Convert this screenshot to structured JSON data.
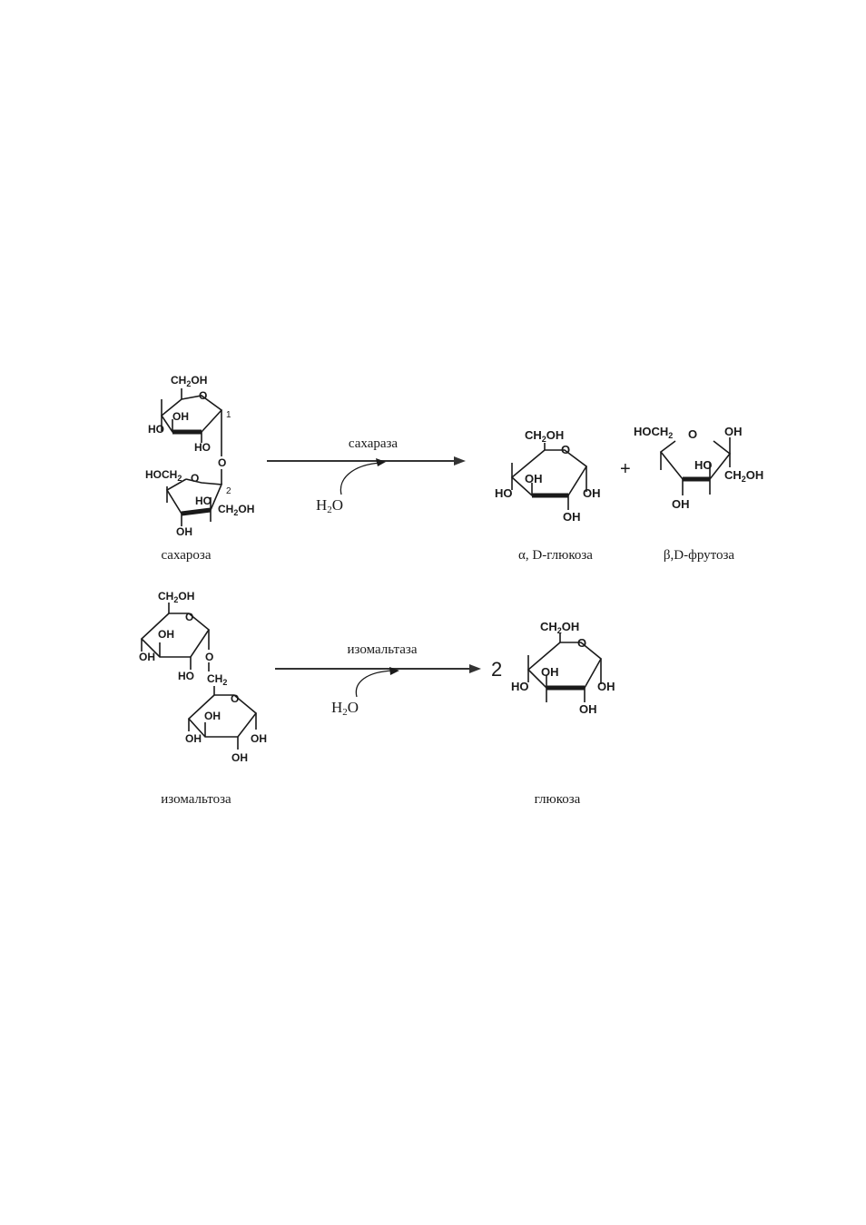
{
  "reaction1": {
    "enzyme": "сахараза",
    "water": {
      "main": "H",
      "sub": "2",
      "tail": "O"
    },
    "coefficient": "",
    "plus": "+",
    "substrate": {
      "name": "сахароза",
      "glucose_unit": {
        "ch2oh": [
          "CH",
          "2",
          "OH"
        ],
        "ring_o": "O",
        "oh_top": "OH",
        "ho_left": "HO",
        "ho_bottom": "HO",
        "pos1": "1"
      },
      "bridge_o": "O",
      "fructose_unit": {
        "hoch2": [
          "HOCH",
          "2"
        ],
        "ring_o": "O",
        "pos2": "2",
        "ho": "HO",
        "ch2oh": [
          "CH",
          "2",
          "OH"
        ],
        "oh_bottom": "OH"
      }
    },
    "product1": {
      "name": "α, D-глюкоза",
      "ch2oh": [
        "CH",
        "2",
        "OH"
      ],
      "ring_o": "O",
      "oh_inner": "OH",
      "ho_left": "HO",
      "oh_right": "OH",
      "oh_bottom": "OH"
    },
    "product2": {
      "name": "β,D-фрутоза",
      "hoch2": [
        "HOCH",
        "2"
      ],
      "ring_o": "O",
      "oh_top": "OH",
      "ho": "HO",
      "ch2oh": [
        "CH",
        "2",
        "OH"
      ],
      "oh_bottom": "OH"
    }
  },
  "reaction2": {
    "enzyme": "изомальтаза",
    "water": {
      "main": "H",
      "sub": "2",
      "tail": "O"
    },
    "coefficient": "2",
    "substrate": {
      "name": "изомальтоза",
      "top_unit": {
        "ch2oh": [
          "CH",
          "2",
          "OH"
        ],
        "ring_o": "O",
        "oh_inner": "OH",
        "oh_left": "OH",
        "ho_bottom": "HO",
        "ch2": [
          "CH",
          "2"
        ]
      },
      "bridge_o": "O",
      "bottom_unit": {
        "ring_o": "O",
        "oh_inner": "OH",
        "oh_left": "OH",
        "oh_right": "OH",
        "oh_bottom": "OH"
      }
    },
    "product": {
      "name": "глюкоза",
      "ch2oh": [
        "CH",
        "2",
        "OH"
      ],
      "ring_o": "O",
      "oh_inner": "OH",
      "ho_left": "HO",
      "oh_right": "OH",
      "oh_bottom": "OH"
    }
  },
  "colors": {
    "ink": "#1a1a1a",
    "arrow": "#333333",
    "background": "#ffffff"
  }
}
